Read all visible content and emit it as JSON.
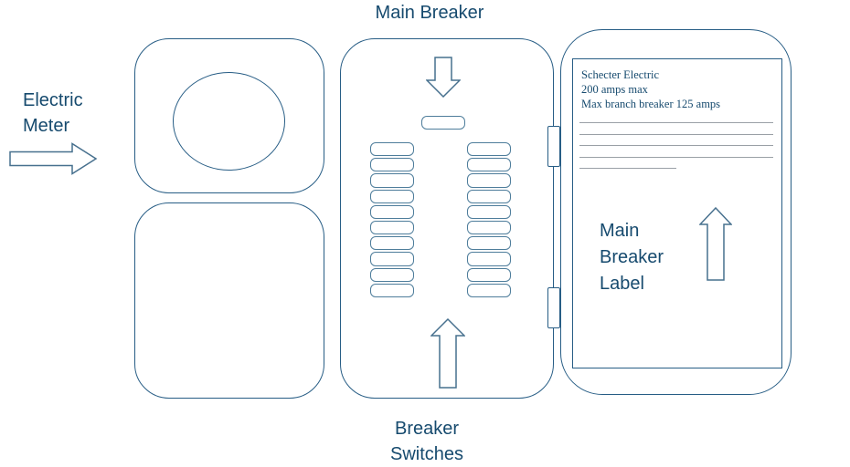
{
  "colors": {
    "text": "#164a6e",
    "outline": "#275d85",
    "switch_border": "#4e7d9b",
    "arrow_outline": "#47708e",
    "label_line": "#9aa0a6"
  },
  "titles": {
    "main_breaker": "Main Breaker",
    "electric_meter": [
      "Electric",
      "Meter"
    ],
    "breaker_switches": [
      "Breaker",
      "Switches"
    ],
    "main_breaker_label": [
      "Main",
      "Breaker",
      "Label"
    ]
  },
  "door_label": {
    "lines": [
      "Schecter Electric",
      "200 amps max",
      "Max branch breaker 125 amps"
    ],
    "ruled_full_count": 4,
    "ruled_short_count": 1
  },
  "breaker_panel": {
    "left_column_count": 10,
    "right_column_count": 10
  },
  "icons": {
    "electric_meter_arrow": "arrow-right",
    "main_breaker_arrow": "arrow-down",
    "breaker_switches_arrow": "arrow-up",
    "main_breaker_label_arrow": "arrow-up"
  }
}
